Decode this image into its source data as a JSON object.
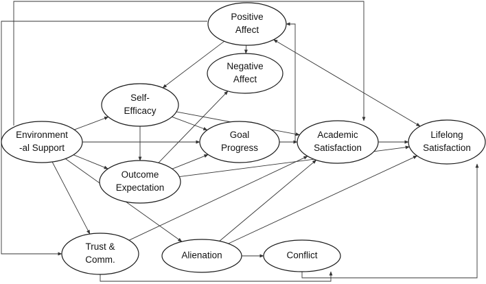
{
  "nodes": [
    {
      "id": "positive_affect",
      "lines": [
        "Positive",
        "Affect"
      ]
    },
    {
      "id": "negative_affect",
      "lines": [
        "Negative",
        "Affect"
      ]
    },
    {
      "id": "self_efficacy",
      "lines": [
        "Self-",
        "Efficacy"
      ]
    },
    {
      "id": "environmental_support",
      "lines": [
        "Environment",
        "-al Support"
      ]
    },
    {
      "id": "goal_progress",
      "lines": [
        "Goal",
        "Progress"
      ]
    },
    {
      "id": "academic_satisfaction",
      "lines": [
        "Academic",
        "Satisfaction"
      ]
    },
    {
      "id": "lifelong_satisfaction",
      "lines": [
        "Lifelong",
        "Satisfaction"
      ]
    },
    {
      "id": "outcome_expectation",
      "lines": [
        "Outcome",
        "Expectation"
      ]
    },
    {
      "id": "trust_comm",
      "lines": [
        "Trust &",
        "Comm."
      ]
    },
    {
      "id": "alienation",
      "lines": [
        "Alienation"
      ]
    },
    {
      "id": "conflict",
      "lines": [
        "Conflict"
      ]
    }
  ],
  "edges": [
    {
      "from": "positive_affect",
      "to": "negative_affect"
    },
    {
      "from": "positive_affect",
      "to": "self_efficacy"
    },
    {
      "from": "positive_affect",
      "to": "lifelong_satisfaction",
      "both": true
    },
    {
      "from": "positive_affect",
      "to": "trust_comm",
      "via": "left-loop"
    },
    {
      "from": "environmental_support",
      "to": "academic_satisfaction",
      "via": "top-loop"
    },
    {
      "from": "academic_satisfaction",
      "to": "positive_affect",
      "via": "vertical"
    },
    {
      "from": "environmental_support",
      "to": "self_efficacy"
    },
    {
      "from": "environmental_support",
      "to": "goal_progress"
    },
    {
      "from": "environmental_support",
      "to": "outcome_expectation"
    },
    {
      "from": "environmental_support",
      "to": "trust_comm"
    },
    {
      "from": "environmental_support",
      "to": "alienation"
    },
    {
      "from": "self_efficacy",
      "to": "goal_progress"
    },
    {
      "from": "self_efficacy",
      "to": "academic_satisfaction"
    },
    {
      "from": "self_efficacy",
      "to": "outcome_expectation"
    },
    {
      "from": "outcome_expectation",
      "to": "negative_affect"
    },
    {
      "from": "outcome_expectation",
      "to": "goal_progress"
    },
    {
      "from": "outcome_expectation",
      "to": "lifelong_satisfaction"
    },
    {
      "from": "goal_progress",
      "to": "academic_satisfaction"
    },
    {
      "from": "academic_satisfaction",
      "to": "lifelong_satisfaction"
    },
    {
      "from": "trust_comm",
      "to": "academic_satisfaction"
    },
    {
      "from": "trust_comm",
      "to": "conflict",
      "via": "bottom-route"
    },
    {
      "from": "alienation",
      "to": "academic_satisfaction"
    },
    {
      "from": "alienation",
      "to": "lifelong_satisfaction"
    },
    {
      "from": "alienation",
      "to": "conflict"
    },
    {
      "from": "conflict",
      "to": "lifelong_satisfaction",
      "via": "right-route"
    }
  ]
}
